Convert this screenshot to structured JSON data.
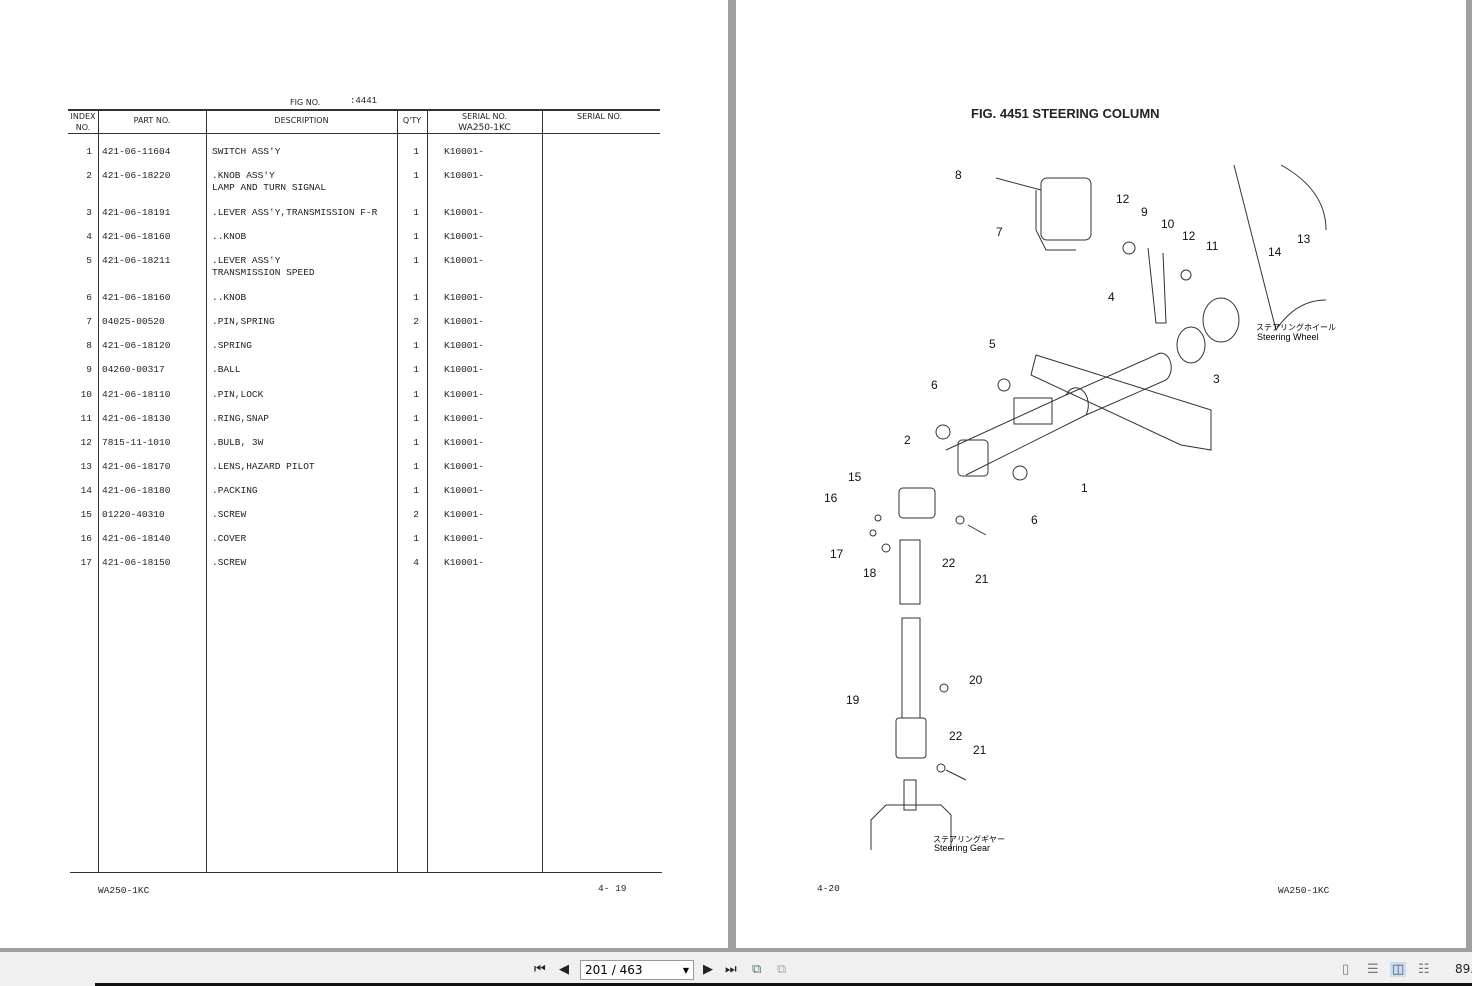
{
  "left_page": {
    "fig_label": "FIG NO.",
    "fig_no": ":4441",
    "headers": {
      "index": "INDEX\nNO.",
      "part_no": "PART NO.",
      "description": "DESCRIPTION",
      "qty": "Q'TY",
      "serial1": "SERIAL NO.",
      "serial1_model": "WA250-1KC",
      "serial2": "SERIAL NO."
    },
    "rows": [
      {
        "i": "1",
        "p": "421-06-11604",
        "d": "SWITCH ASS'Y",
        "d2": "",
        "q": "1",
        "s": "K10001-"
      },
      {
        "i": "2",
        "p": "421-06-18220",
        "d": ".KNOB ASS'Y",
        "d2": "LAMP AND TURN SIGNAL",
        "q": "1",
        "s": "K10001-"
      },
      {
        "i": "3",
        "p": "421-06-18191",
        "d": ".LEVER ASS'Y,TRANSMISSION F-R",
        "d2": "",
        "q": "1",
        "s": "K10001-"
      },
      {
        "i": "4",
        "p": "421-06-18160",
        "d": "..KNOB",
        "d2": "",
        "q": "1",
        "s": "K10001-"
      },
      {
        "i": "5",
        "p": "421-06-18211",
        "d": ".LEVER ASS'Y",
        "d2": "TRANSMISSION SPEED",
        "q": "1",
        "s": "K10001-"
      },
      {
        "i": "6",
        "p": "421-06-18160",
        "d": "..KNOB",
        "d2": "",
        "q": "1",
        "s": "K10001-"
      },
      {
        "i": "7",
        "p": "04025-00520",
        "d": ".PIN,SPRING",
        "d2": "",
        "q": "2",
        "s": "K10001-"
      },
      {
        "i": "8",
        "p": "421-06-18120",
        "d": ".SPRING",
        "d2": "",
        "q": "1",
        "s": "K10001-"
      },
      {
        "i": "9",
        "p": "04260-00317",
        "d": ".BALL",
        "d2": "",
        "q": "1",
        "s": "K10001-"
      },
      {
        "i": "10",
        "p": "421-06-18110",
        "d": ".PIN,LOCK",
        "d2": "",
        "q": "1",
        "s": "K10001-"
      },
      {
        "i": "11",
        "p": "421-06-18130",
        "d": ".RING,SNAP",
        "d2": "",
        "q": "1",
        "s": "K10001-"
      },
      {
        "i": "12",
        "p": "7815-11-1010",
        "d": ".BULB, 3W",
        "d2": "",
        "q": "1",
        "s": "K10001-"
      },
      {
        "i": "13",
        "p": "421-06-18170",
        "d": ".LENS,HAZARD PILOT",
        "d2": "",
        "q": "1",
        "s": "K10001-"
      },
      {
        "i": "14",
        "p": "421-06-18180",
        "d": ".PACKING",
        "d2": "",
        "q": "1",
        "s": "K10001-"
      },
      {
        "i": "15",
        "p": "01220-40310",
        "d": ".SCREW",
        "d2": "",
        "q": "2",
        "s": "K10001-"
      },
      {
        "i": "16",
        "p": "421-06-18140",
        "d": ".COVER",
        "d2": "",
        "q": "1",
        "s": "K10001-"
      },
      {
        "i": "17",
        "p": "421-06-18150",
        "d": ".SCREW",
        "d2": "",
        "q": "4",
        "s": "K10001-"
      }
    ],
    "footer_model": "WA250-1KC",
    "footer_page": "4- 19"
  },
  "right_page": {
    "title": "FIG. 4451  STEERING COLUMN",
    "callouts": [
      "8",
      "7",
      "12",
      "9",
      "10",
      "12",
      "11",
      "14",
      "13",
      "4",
      "5",
      "3",
      "6",
      "2",
      "1",
      "15",
      "16",
      "6",
      "17",
      "18",
      "22",
      "21",
      "20",
      "19",
      "22",
      "21"
    ],
    "steering_wheel_jp": "ステアリングホイール",
    "steering_wheel": "Steering Wheel",
    "steering_gear_jp": "ステアリングギヤー",
    "steering_gear": "Steering Gear",
    "footer_page": "4-20",
    "footer_model": "WA250-1KC"
  },
  "toolbar": {
    "page_value": "201 / 463",
    "zoom": "89."
  }
}
